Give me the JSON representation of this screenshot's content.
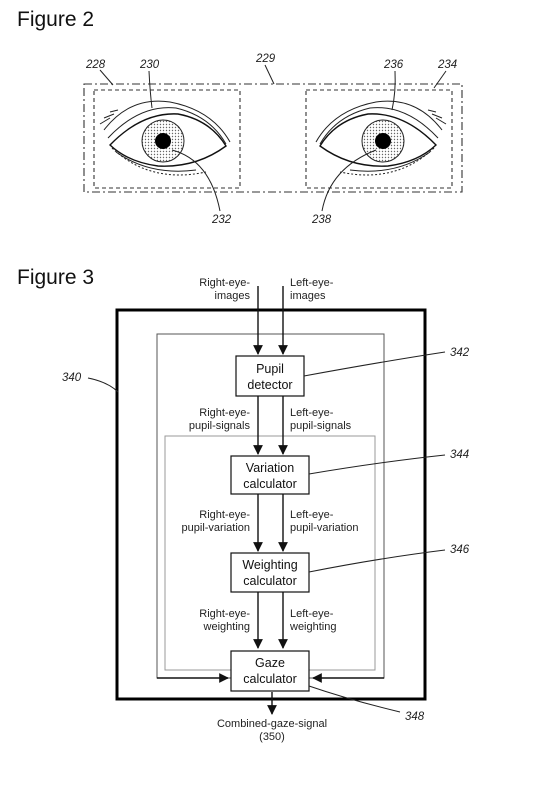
{
  "figure2": {
    "title": "Figure 2",
    "refs": {
      "r228": "228",
      "r229": "229",
      "r230": "230",
      "r232": "232",
      "r234": "234",
      "r236": "236",
      "r238": "238"
    }
  },
  "figure3": {
    "title": "Figure 3",
    "refs": {
      "r340": "340",
      "r342": "342",
      "r344": "344",
      "r346": "346",
      "r348": "348"
    },
    "inputs": {
      "right_l1": "Right-eye-",
      "right_l2": "images",
      "left_l1": "Left-eye-",
      "left_l2": "images"
    },
    "boxes": {
      "pupil_l1": "Pupil",
      "pupil_l2": "detector",
      "variation_l1": "Variation",
      "variation_l2": "calculator",
      "weighting_l1": "Weighting",
      "weighting_l2": "calculator",
      "gaze_l1": "Gaze",
      "gaze_l2": "calculator"
    },
    "signals": {
      "rps_l1": "Right-eye-",
      "rps_l2": "pupil-signals",
      "lps_l1": "Left-eye-",
      "lps_l2": "pupil-signals",
      "rpv_l1": "Right-eye-",
      "rpv_l2": "pupil-variation",
      "lpv_l1": "Left-eye-",
      "lpv_l2": "pupil-variation",
      "rw_l1": "Right-eye-",
      "rw_l2": "weighting",
      "lw_l1": "Left-eye-",
      "lw_l2": "weighting"
    },
    "output": {
      "l1": "Combined-gaze-signal",
      "l2": "(350)"
    }
  }
}
